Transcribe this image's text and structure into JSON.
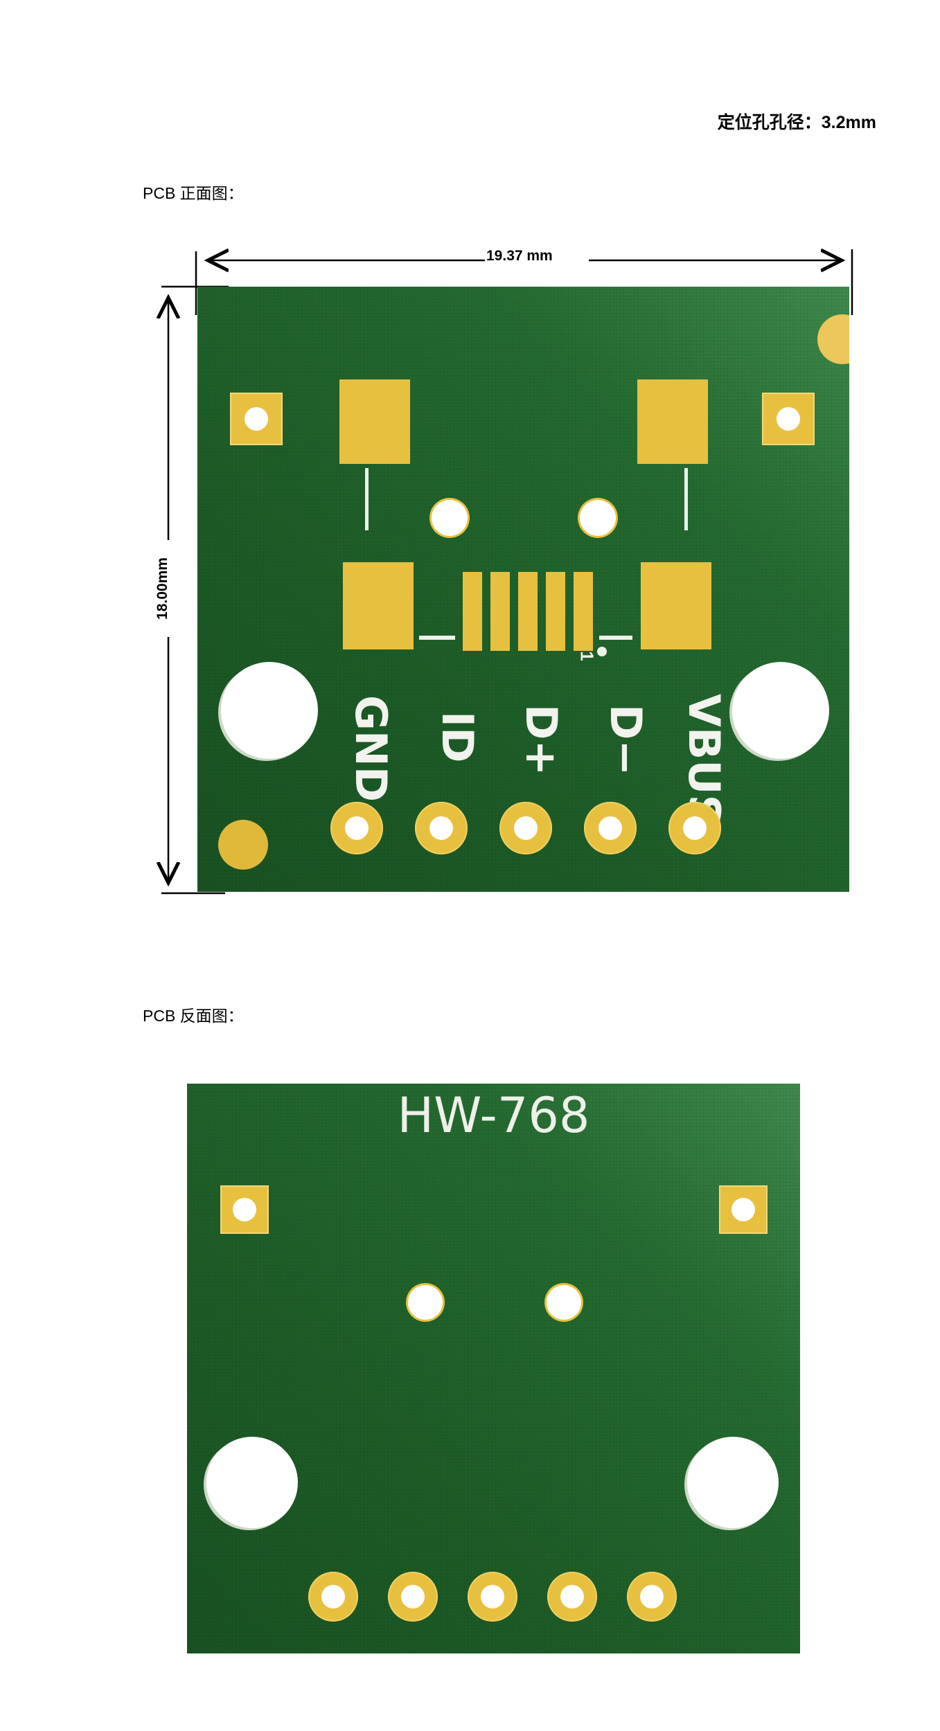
{
  "header": {
    "hole_spec": "定位孔孔径：3.2mm"
  },
  "front": {
    "caption": "PCB 正面图：",
    "width_dim": "19.37 mm",
    "height_dim": "18.00mm",
    "pins": [
      "GND",
      "ID",
      "D+",
      "D−",
      "VBUS"
    ],
    "pin1_marker": "1"
  },
  "back": {
    "caption": "PCB 反面图：",
    "model": "HW-768"
  },
  "colors": {
    "board": "#1d5c27",
    "gold": "#e8c040",
    "silk": "#eef0ea"
  }
}
